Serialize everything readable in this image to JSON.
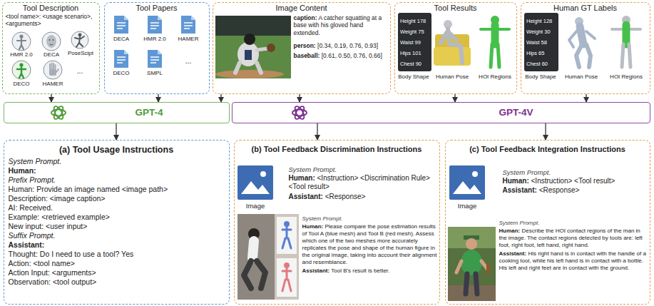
{
  "diagram": {
    "nodes": [
      {
        "text": [
          "Tool Description",
          "<tool name>: <usage scenario>, <arguments>"
        ]
      },
      {
        "text": [
          "Tool Papers"
        ]
      },
      {
        "text": [
          "Image Content",
          "caption: A catcher squatting at a base with his gloved hand extended.",
          "person: [0.34, 0.19, 0.76, 0.93]",
          "baseball: [0.61, 0.50, 0.76, 0.66]"
        ]
      },
      {
        "text": [
          "Tool Results"
        ]
      },
      {
        "text": [
          "Height 178",
          "Weight 75",
          "Waist 99",
          "Hips 101",
          "Chest 90"
        ],
        "in": 3
      },
      {
        "text": [
          "Human GT Labels"
        ]
      },
      {
        "text": [
          "Height 128",
          "Weight 30",
          "Waist 58",
          "Hips 65",
          "Chest 60"
        ],
        "in": 5
      },
      {
        "text": [
          "GPT-4"
        ]
      },
      {
        "text": [
          "GPT-4V"
        ]
      },
      {
        "text": [
          "(a) Tool Usage Instructions",
          "System Prompt.",
          "Human:",
          "Prefix Prompt.",
          "Human: Provide an image named <image path>",
          "Description: <image caption>",
          "AI: Received.",
          "Example: <retrieved example>",
          "New input: <user input>",
          "Suffix Prompt.",
          "Assistant:",
          "Thought: Do I need to use a tool? Yes",
          "Action: <tool name>",
          "Action Input: <arguments>",
          "Observation: <tool output>"
        ]
      },
      {
        "text": [
          "(b) Tool Feedback Discrimination Instructions",
          "System Prompt.",
          "Human: <Instruction> <Discrimination Rule> <Tool result>",
          "Assistant: <Response>",
          "System Prompt.",
          "Human: Please compare the pose estimation results of Tool A (blue mesh) and Tool B (red mesh). Assess which one of the two meshes more accurately replicates the pose and shape of the human figure in the original image, taking into account their alignment and resemblance.",
          "Assistant: Tool B's result is better."
        ]
      },
      {
        "text": [
          "(c) Tool Feedback Integration Instructions",
          "System Prompt.",
          "Human: <Instruction> <Tool result>",
          "Assistant: <Response>",
          "System Prompt.",
          "Human: Describe the HOI contact regions of the man in the image. The contact regions detected by tools are: left foot, right foot, left hand, right hand.",
          "Assistant: His right hand is in contact with the handle of a cooking tool, while his left hand is in contact with a bottle. His left and right feet are in contact with the ground."
        ]
      }
    ],
    "edges": [
      {
        "from": 0,
        "to": 7,
        "arrow": "to"
      },
      {
        "from": 1,
        "to": 7,
        "arrow": "to"
      },
      {
        "from": 2,
        "to": 7,
        "arrow": "to"
      },
      {
        "from": 2,
        "to": 8,
        "arrow": "to"
      },
      {
        "from": 3,
        "to": 8,
        "arrow": "to"
      },
      {
        "from": 5,
        "to": 8,
        "arrow": "to"
      },
      {
        "from": 7,
        "to": 9,
        "arrow": "to"
      },
      {
        "from": 8,
        "to": 10,
        "arrow": "to"
      },
      {
        "from": 8,
        "to": 11,
        "arrow": "to"
      }
    ],
    "labels": [
      "HMR 2.0",
      "DECA",
      "PoseScipt",
      "DECO",
      "HAMER",
      "...",
      "DECA",
      "HMR 2.0",
      "HAMER",
      "DECO",
      "SMPL",
      "...",
      "Body Shape",
      "Human Pose",
      "HOI Regions",
      "Body Shape",
      "Human Pose",
      "HOI Regions",
      "Image",
      "Image"
    ]
  }
}
